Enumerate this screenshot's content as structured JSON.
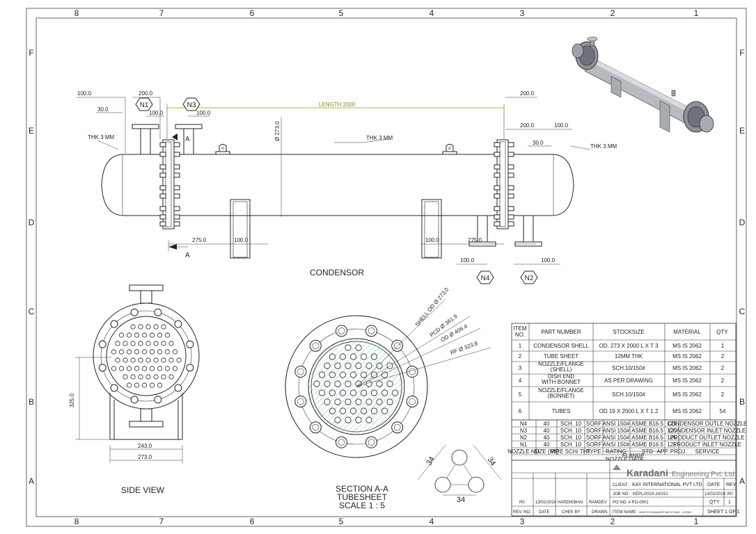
{
  "border": {
    "columns": [
      "8",
      "7",
      "6",
      "5",
      "4",
      "3",
      "2",
      "1"
    ],
    "rows": [
      "F",
      "E",
      "D",
      "C",
      "B",
      "A"
    ]
  },
  "views": {
    "condensor": {
      "title": "CONDENSOR",
      "nozzle_tags": {
        "n1": "N1",
        "n3": "N3",
        "n4": "N4",
        "n2": "N2"
      },
      "section_marker": "A",
      "dims": {
        "d100_top_left": "100.0",
        "d200_top_left": "200.0",
        "d30_left": "30.0",
        "d100_n1": "100.0",
        "d100_n3": "100.0",
        "length": "LENGTH 2000",
        "thk_left": "THK 3 MM",
        "thk_mid": "THK 3 MM",
        "thk_right": "THK 3 MM",
        "dia_shell": "Ø 273.0",
        "d200_right_top": "200.0",
        "d200_right": "200.0",
        "d100_right": "100.0",
        "d30_right": "30.0",
        "d275_left": "275.0",
        "d100_saddle_left": "100.0",
        "d100_saddle_right": "100.0",
        "d275_right": "275.0",
        "d100_n4": "100.0",
        "d100_n2": "100.0"
      }
    },
    "side": {
      "title": "SIDE VIEW",
      "dims": {
        "height": "325.0",
        "w243": "243.0",
        "w273": "273.0"
      }
    },
    "section": {
      "title_1": "SECTION A-A",
      "title_2": "TUBESHEET",
      "title_3": "SCALE 1 : 5",
      "callouts": {
        "shell": "SHELL OD Ø 273.0",
        "pcd": "PCD Ø 361.9",
        "od": "OD Ø 406.4",
        "rf": "RF Ø 323.8"
      }
    },
    "pitch": {
      "side_a": "34",
      "side_b": "34",
      "base": "34"
    }
  },
  "bom": {
    "headers": [
      "ITEM NO.",
      "PART NUMBER",
      "STOCKSIZE",
      "MATERIAL",
      "QTY."
    ],
    "rows": [
      [
        "1",
        "CONDENSOR SHELL",
        "OD. 273 X 2000 L X T 3",
        "MS IS 2062",
        "1"
      ],
      [
        "2",
        "TUBE SHEET",
        "12MM THK",
        "MS IS 2062",
        "2"
      ],
      [
        "3",
        "NOZZLE/FLANGE (SHELL)",
        "SCH.10/150#",
        "MS IS 2062",
        "2"
      ],
      [
        "4",
        "DISH END WITH BONNET",
        "AS PER DRAWING",
        "MS IS 2062",
        "2"
      ],
      [
        "5",
        "NOZZLE/FLANGE (BONNET)",
        "SCH.10/150#",
        "MS IS 2062",
        "2"
      ],
      [
        "6",
        "TUBES",
        "OD 19 X 2000 L X T 1.2",
        "MS IS 2062",
        "54"
      ]
    ]
  },
  "nozzle_data": {
    "rows": [
      [
        "N4",
        "40",
        "SCH. 10",
        "SORF",
        "ANSI 150#",
        "ASME B16.5",
        "125",
        "CONDENSOR OUTLE NOZZLE"
      ],
      [
        "N3",
        "40",
        "SCH. 10",
        "SORF",
        "ANSI 150#",
        "ASME B16.5",
        "125",
        "CONDENSOR INLET NOZZLE"
      ],
      [
        "N2",
        "40",
        "SCH. 10",
        "SORF",
        "ANSI 150#",
        "ASME B16.5",
        "125",
        "PRODUCT OUTLET NOZZLE"
      ],
      [
        "N1",
        "40",
        "SCH. 10",
        "SORF",
        "ANSI 150#",
        "ASME B16.5",
        "125",
        "PRODUCT INLET NOZZLE"
      ]
    ],
    "headers": [
      "NOZZLE NO",
      "SIZE (NB)",
      "PIPE SCH/ THK",
      "TYPE",
      "RATING",
      "STD",
      "APP. PROJ.",
      "SERVICE"
    ],
    "header_flange": "FLANGE",
    "caption": "NOZZLE DATA"
  },
  "title_block": {
    "logo_text": "Karadani",
    "company_suffix": "Engineering Pvt. Ltd.",
    "client_label": "CLIENT :",
    "client": "KAY INTERNATIONAL PVT LTD",
    "date_label": "DATE",
    "rev_label": "REV",
    "job_label": "JOB NO:",
    "job": "KEPL/2023-24/151",
    "date": "13/02/2024",
    "rev": "R0",
    "po": "PO NO: # PO-0001",
    "qty_label": "QTY:",
    "qty": "1",
    "item_label": "ITEM NAME:",
    "item": "HEAT EXCHANGER MS IS 2062 - 6 SQM",
    "sheet": "SHEET 1 OF 1",
    "revision": {
      "rev": "R0",
      "date": "13/02/2024",
      "checked": "HARDIKBHAI",
      "drawn": "RAMDEV"
    },
    "rev_headers": [
      "REV. NO.",
      "DATE",
      "CHEK BY",
      "DRAWN"
    ]
  }
}
